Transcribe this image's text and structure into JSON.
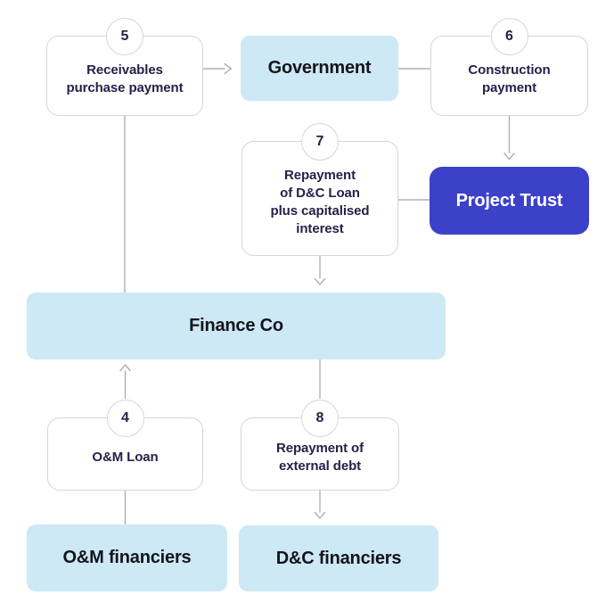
{
  "diagram": {
    "entities": {
      "government": {
        "label": "Government"
      },
      "project_trust": {
        "label": "Project Trust"
      },
      "finance_co": {
        "label": "Finance Co"
      },
      "om_financiers": {
        "label": "O&M financiers"
      },
      "dc_financiers": {
        "label": "D&C financiers"
      }
    },
    "steps": {
      "om_loan": {
        "number": "4",
        "label": "O&M Loan"
      },
      "receivables_purchase": {
        "number": "5",
        "label": "Receivables\npurchase payment"
      },
      "construction_payment": {
        "number": "6",
        "label": "Construction\npayment"
      },
      "repayment_dc_loan": {
        "number": "7",
        "label": "Repayment\nof D&C Loan\nplus capitalised\ninterest"
      },
      "repayment_external_debt": {
        "number": "8",
        "label": "Repayment of\nexternal debt"
      }
    },
    "edges": [
      {
        "from": "receivables_purchase",
        "to": "government",
        "style": "arrow"
      },
      {
        "from": "government",
        "to": "construction_payment",
        "style": "line"
      },
      {
        "from": "construction_payment",
        "to": "project_trust",
        "style": "arrow"
      },
      {
        "from": "repayment_dc_loan",
        "to": "project_trust",
        "style": "line"
      },
      {
        "from": "repayment_dc_loan",
        "to": "finance_co",
        "style": "arrow"
      },
      {
        "from": "finance_co",
        "to": "receivables_purchase",
        "style": "line"
      },
      {
        "from": "om_loan",
        "to": "finance_co",
        "style": "arrow"
      },
      {
        "from": "finance_co",
        "to": "repayment_external_debt",
        "style": "line"
      },
      {
        "from": "om_loan",
        "to": "om_financiers",
        "style": "line"
      },
      {
        "from": "repayment_external_debt",
        "to": "dc_financiers",
        "style": "arrow"
      }
    ],
    "colors": {
      "canvas_bg": "#ffffff",
      "entity_fill": "#cde9f5",
      "highlight_fill": "#3b41c8",
      "box_fill": "#ffffff",
      "box_border": "#d6d6db",
      "connector": "#b0b0b8",
      "step_text": "#262149",
      "entity_text": "#14141c",
      "highlight_text": "#ffffff"
    }
  }
}
